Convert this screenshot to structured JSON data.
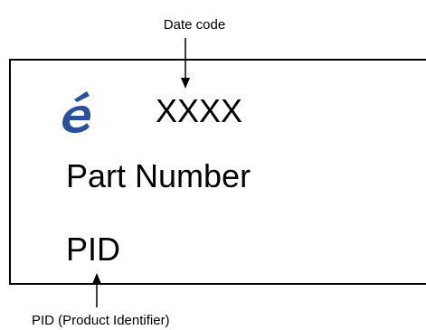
{
  "annotations": {
    "date_code": "Date code",
    "pid": "PID (Product Identifier)"
  },
  "label": {
    "date_code_value": "XXXX",
    "part_number": "Part Number",
    "pid": "PID",
    "logo_icon": "accented-e-logo"
  },
  "colors": {
    "logo": "#2a4f9c",
    "text": "#000000",
    "border": "#000000"
  }
}
